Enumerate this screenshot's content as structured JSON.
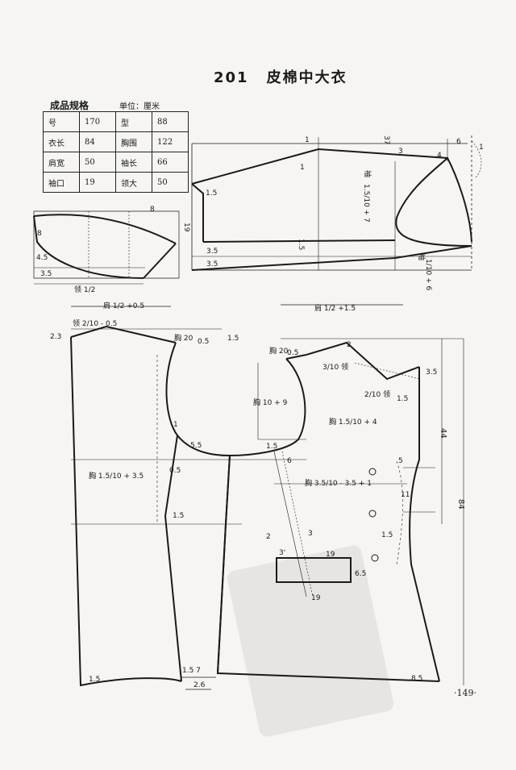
{
  "title": {
    "number": "201",
    "name": "皮棉中大衣"
  },
  "spec": {
    "heading": "成品规格",
    "unit": "单位：厘米",
    "rows": [
      [
        "号",
        "170",
        "型",
        "88"
      ],
      [
        "衣长",
        "84",
        "胸围",
        "122"
      ],
      [
        "肩宽",
        "50",
        "袖长",
        "66"
      ],
      [
        "袖口",
        "19",
        "领大",
        "50"
      ]
    ]
  },
  "sleeve": {
    "l37": "37",
    "l6": "6",
    "l4": "4",
    "l3": "3",
    "l1a": "1",
    "l1b": "1",
    "l1c": "1",
    "l15a": "1.5",
    "l19": "19",
    "l35a": "3.5",
    "l35b": "3.5",
    "l15b": "1.5",
    "armhole_top": "袖",
    "armhole_top_frac": "1.5/10 + 7",
    "armhole_bot": "袖",
    "armhole_bot_frac": "1/10 + 6"
  },
  "collar": {
    "l8a": "8",
    "l8b": "8",
    "l45": "4.5",
    "l35": "3.5",
    "neck": "领 1/2"
  },
  "back": {
    "shoulder": "肩 1/2 +0.5",
    "l23": "2.3",
    "neckw": "领 2/10 - 0.5",
    "chest_top": "胸 20",
    "chest_off": "0.5",
    "l15": "1.5",
    "l1": "1",
    "l55": "5.5",
    "chest_w": "胸 1.5/10 + 3.5",
    "l05": "0.5",
    "l15b": "1.5",
    "hem15": "1.5",
    "hem_vent": "1.5 7",
    "hem26": "2.6"
  },
  "front": {
    "shoulder": "肩 1/2 +1.5",
    "chest20": "胸 20",
    "chest_off": "0.5",
    "l2": "2",
    "neck3": "3/10 领",
    "neck2": "2/10 领",
    "l35": "3.5",
    "l15": "1.5",
    "armhole": "胸 10 + 9",
    "chest_frac": "胸 1.5/10 + 4",
    "l44": "44",
    "l84": "84",
    "l15p": "1.5",
    "l6": "6",
    "chest_mid": "胸 3.5/10 - 3.5 + 1",
    "l5": "5",
    "l11": "11",
    "l15c": "1.5",
    "l2p": "2",
    "l3p": "3",
    "l3pp": "3'",
    "l19": "19",
    "l19b": "19",
    "pocket": "6.5",
    "hem85": "8.5"
  },
  "page_number": "·149·"
}
